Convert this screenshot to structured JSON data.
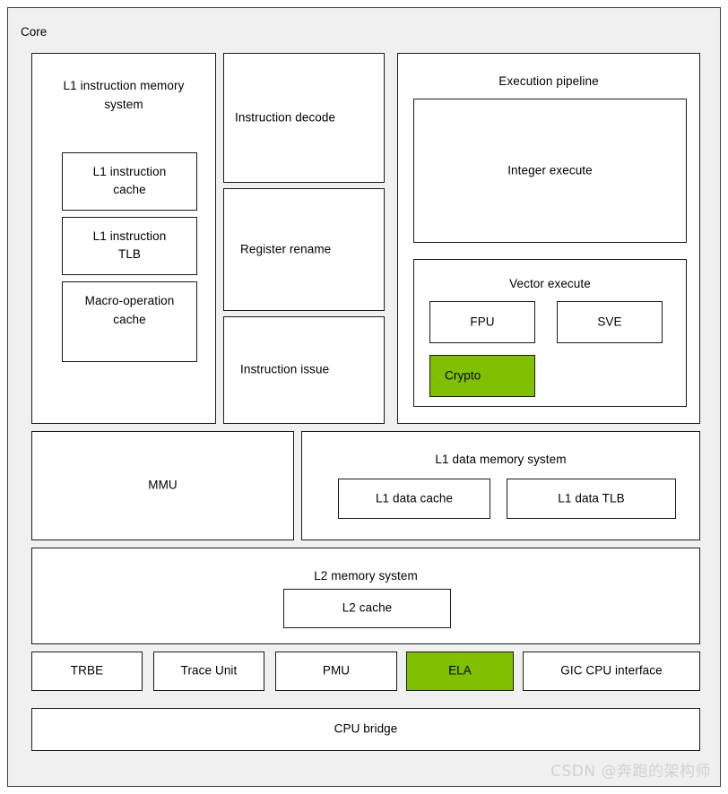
{
  "diagram": {
    "title": "Core",
    "watermark": "CSDN @奔跑的架构师",
    "colors": {
      "panel_background": "#f0f0f0",
      "box_background": "#ffffff",
      "box_border": "#1a1a1a",
      "highlight_green": "#80c000",
      "page_background": "#ffffff",
      "watermark_text": "#d2d2d2"
    },
    "blocks": {
      "l1_instruction_memory_system": {
        "title_line1": "L1 instruction memory",
        "title_line2": "system",
        "children": {
          "l1_instruction_cache_line1": "L1 instruction",
          "l1_instruction_cache_line2": "cache",
          "l1_instruction_tlb_line1": "L1 instruction",
          "l1_instruction_tlb_line2": "TLB",
          "macro_operation_cache_line1": "Macro-operation",
          "macro_operation_cache_line2": "cache"
        }
      },
      "instruction_decode": "Instruction decode",
      "register_rename": "Register rename",
      "instruction_issue": "Instruction issue",
      "execution_pipeline": {
        "title": "Execution pipeline",
        "integer_execute": "Integer execute",
        "vector_execute": {
          "title": "Vector execute",
          "fpu": "FPU",
          "sve": "SVE",
          "crypto": "Crypto"
        }
      },
      "mmu": "MMU",
      "l1_data_memory_system": {
        "title": "L1 data memory system",
        "l1_data_cache": "L1 data cache",
        "l1_data_tlb": "L1 data TLB"
      },
      "l2_memory_system": {
        "title": "L2 memory system",
        "l2_cache": "L2 cache"
      },
      "peripherals": {
        "trbe": "TRBE",
        "trace_unit": "Trace Unit",
        "pmu": "PMU",
        "ela": "ELA",
        "gic_cpu_interface": "GIC CPU interface"
      },
      "cpu_bridge": "CPU bridge"
    },
    "highlighted_blocks": [
      "Crypto",
      "ELA"
    ]
  }
}
